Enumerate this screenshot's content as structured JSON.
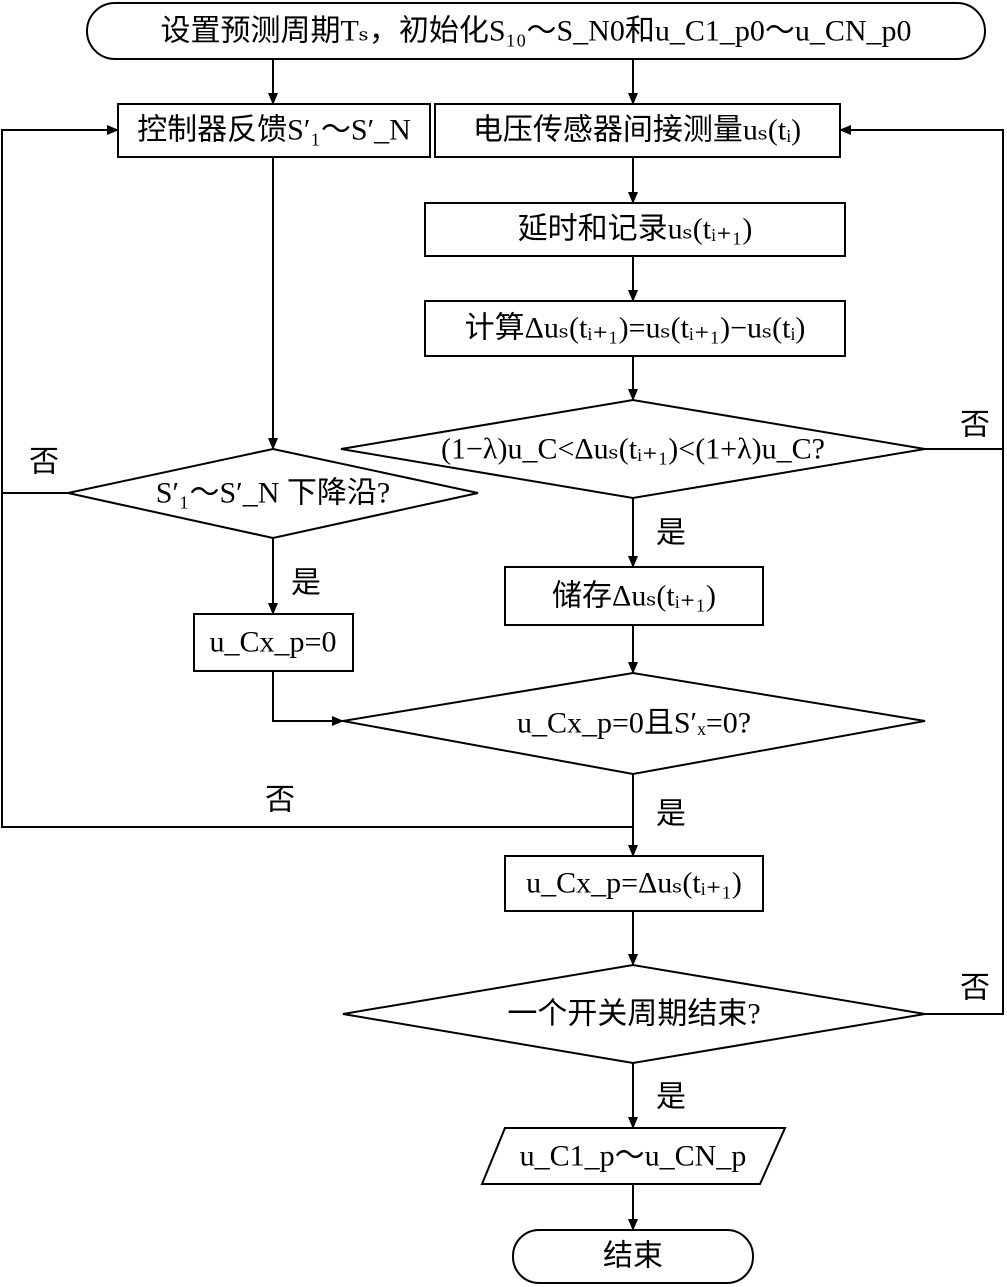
{
  "nodes": {
    "start": "设置预测周期Tₛ，初始化S₁₀～S_N0和u_C1_p0～u_CN_p0",
    "feedback": "控制器反馈S′₁～S′_N",
    "measure": "电压传感器间接测量uₛ(tᵢ)",
    "delay": "延时和记录uₛ(tᵢ₊₁)",
    "compute": "计算Δuₛ(tᵢ₊₁)=uₛ(tᵢ₊₁)−uₛ(tᵢ)",
    "check_range": "(1−λ)u_C<Δuₛ(tᵢ₊₁)<(1+λ)u_C?",
    "falling_edge": "S′₁～S′_N 下降沿?",
    "store": "储存Δuₛ(tᵢ₊₁)",
    "set_zero": "u_Cx_p=0",
    "check_zero": "u_Cx_p=0且S′ₓ=0?",
    "assign": "u_Cx_p=Δuₛ(tᵢ₊₁)",
    "period_end": "一个开关周期结束?",
    "output": "u_C1_p～u_CN_p",
    "end": "结束"
  },
  "edge_labels": {
    "range_no": "否",
    "range_yes": "是",
    "falling_no": "否",
    "falling_yes": "是",
    "zero_no": "否",
    "zero_yes": "是",
    "period_no": "否",
    "period_yes": "是"
  }
}
